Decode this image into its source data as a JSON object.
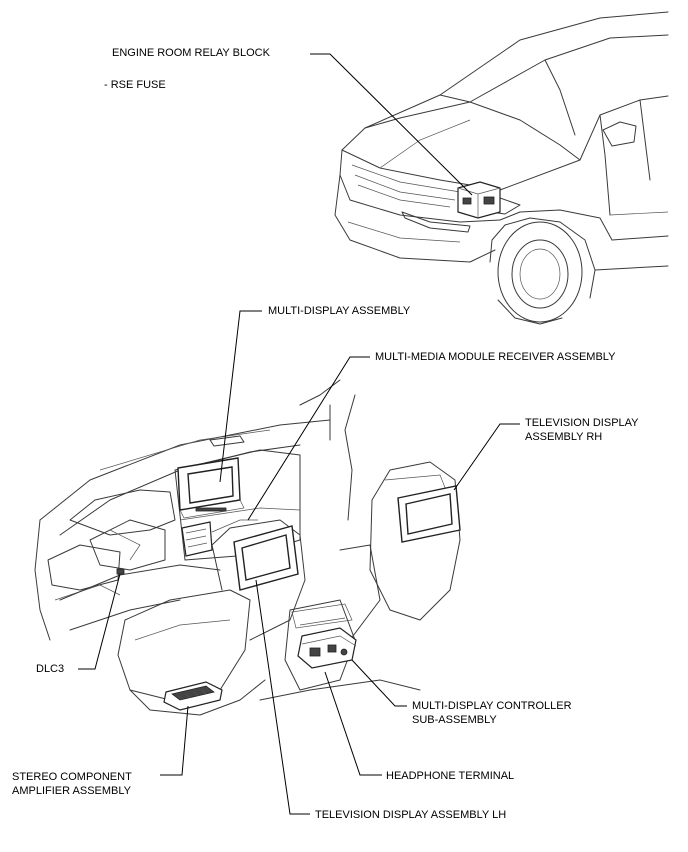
{
  "labels": {
    "engine_room_relay_block": "ENGINE ROOM RELAY BLOCK",
    "rse_fuse": "- RSE FUSE",
    "multi_display_assembly": "MULTI-DISPLAY ASSEMBLY",
    "multi_media_module_receiver": "MULTI-MEDIA MODULE RECEIVER ASSEMBLY",
    "tv_display_rh_line1": "TELEVISION DISPLAY",
    "tv_display_rh_line2": "ASSEMBLY RH",
    "dlc3": "DLC3",
    "mdc_line1": "MULTI-DISPLAY CONTROLLER",
    "mdc_line2": "SUB-ASSEMBLY",
    "stereo_line1": "STEREO COMPONENT",
    "stereo_line2": "AMPLIFIER ASSEMBLY",
    "headphone_terminal": "HEADPHONE TERMINAL",
    "tv_display_lh": "TELEVISION DISPLAY ASSEMBLY LH"
  }
}
